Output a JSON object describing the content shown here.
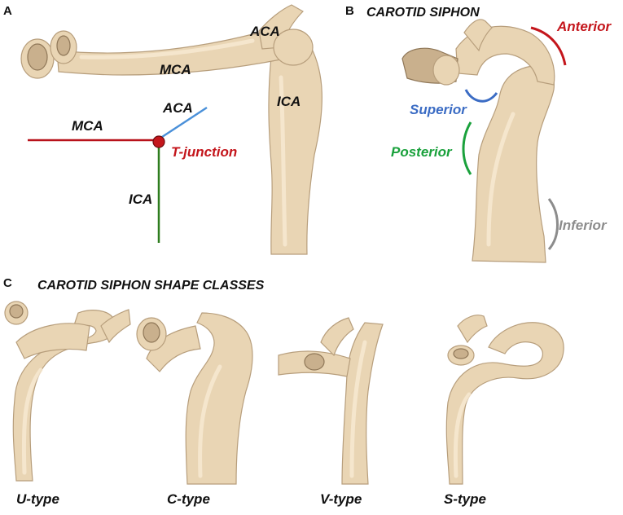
{
  "panels": {
    "a": "A",
    "b": "B",
    "c": "C"
  },
  "panel_a": {
    "labels": {
      "aca_model": "ACA",
      "mca_model": "MCA",
      "ica_model": "ICA",
      "mca_schema": "MCA",
      "aca_schema": "ACA",
      "ica_schema": "ICA",
      "t_junction": "T-junction"
    },
    "colors": {
      "mca": "#b8121b",
      "aca": "#4a90d9",
      "ica": "#2e7d1e",
      "junction": "#c4161c"
    }
  },
  "panel_b": {
    "title": "CAROTID SIPHON",
    "regions": [
      {
        "label": "Anterior",
        "color": "#c4161c"
      },
      {
        "label": "Superior",
        "color": "#3b6cc4"
      },
      {
        "label": "Posterior",
        "color": "#1aa13c"
      },
      {
        "label": "Inferior",
        "color": "#8c8c8c"
      }
    ]
  },
  "panel_c": {
    "title": "CAROTID SIPHON  SHAPE CLASSES",
    "shapes": [
      "U-type",
      "C-type",
      "V-type",
      "S-type"
    ]
  },
  "colors": {
    "vessel": "#e9d5b4"
  }
}
